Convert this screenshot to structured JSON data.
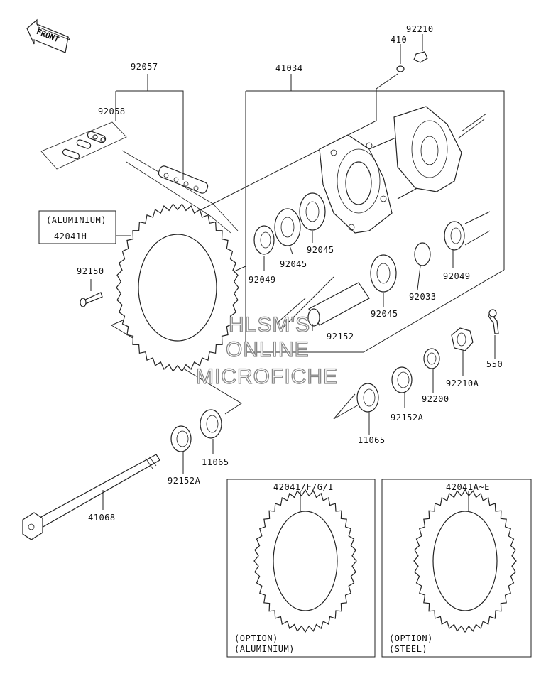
{
  "front_arrow": {
    "label": "FRONT"
  },
  "callouts": {
    "p92210": "92210",
    "p410": "410",
    "p92057": "92057",
    "p41034": "41034",
    "p92058": "92058",
    "p_aluminium_tag": "(ALUMINIUM)",
    "p42041H": "42041H",
    "p92150": "92150",
    "p92049_left": "92049",
    "p92045_a": "92045",
    "p92045_b": "92045",
    "p92049_right": "92049",
    "p92033": "92033",
    "p92045_c": "92045",
    "p92152": "92152",
    "p550": "550",
    "p92210A": "92210A",
    "p92200": "92200",
    "p92152A_right": "92152A",
    "p11065_right": "11065",
    "p11065_left": "11065",
    "p92152A_left": "92152A",
    "p41068": "41068"
  },
  "option_boxes": [
    {
      "part": "42041/F/G/I",
      "line1": "(OPTION)",
      "line2": "(ALUMINIUM)"
    },
    {
      "part": "42041A~E",
      "line1": "(OPTION)",
      "line2": "(STEEL)"
    }
  ],
  "watermark": {
    "line1": "HLSM'S",
    "line2": "ONLINE",
    "line3": "MICROFICHE"
  }
}
